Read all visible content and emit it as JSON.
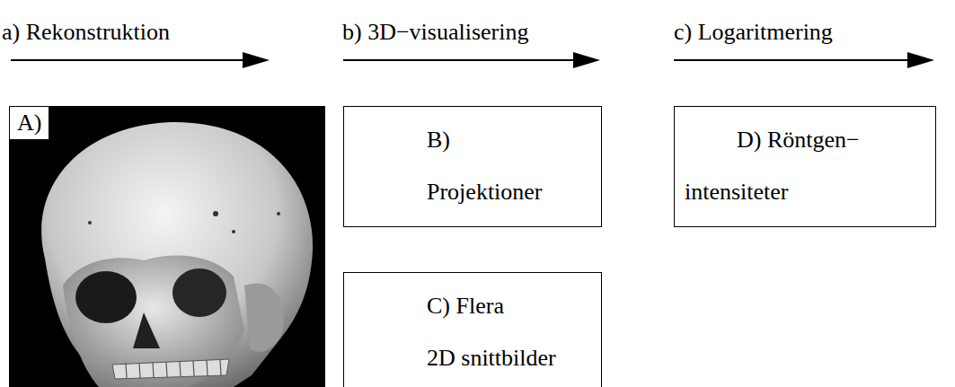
{
  "diagram": {
    "nodes": [
      {
        "text": [
          "A)"
        ]
      },
      {
        "text": [
          "B) Projektioner"
        ]
      },
      {
        "text": [
          "C) Flera 2D snittbilder"
        ]
      },
      {
        "text": [
          "D) Röntgen− intensiteter"
        ]
      }
    ],
    "edges": [],
    "labels": [
      "a) Rekonstruktion",
      "b) 3D−visualisering",
      "c) Logaritmering"
    ]
  }
}
